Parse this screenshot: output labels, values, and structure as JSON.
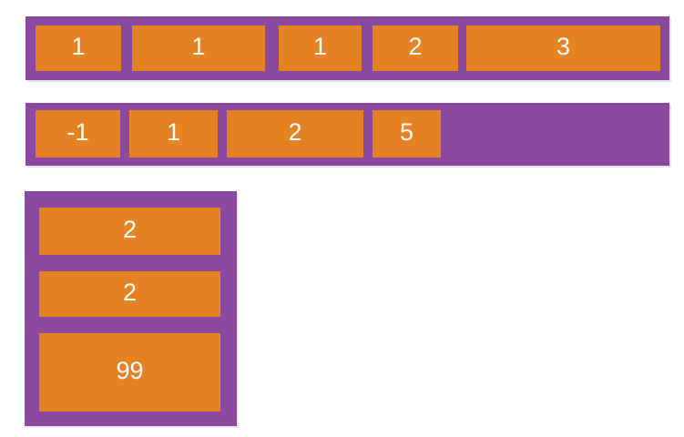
{
  "diagram": {
    "row1": {
      "items": [
        {
          "label": "1"
        },
        {
          "label": "1"
        },
        {
          "label": "1"
        },
        {
          "label": "2"
        },
        {
          "label": "3"
        }
      ]
    },
    "row2": {
      "items": [
        {
          "label": "-1"
        },
        {
          "label": "1"
        },
        {
          "label": "2"
        },
        {
          "label": "5"
        }
      ]
    },
    "column": {
      "items": [
        {
          "label": "2"
        },
        {
          "label": "2"
        },
        {
          "label": "99"
        }
      ]
    },
    "colors": {
      "container_purple": "#8a489e",
      "item_orange": "#e58324",
      "label_text": "#ffffff",
      "page_background": "#ffffff"
    }
  }
}
